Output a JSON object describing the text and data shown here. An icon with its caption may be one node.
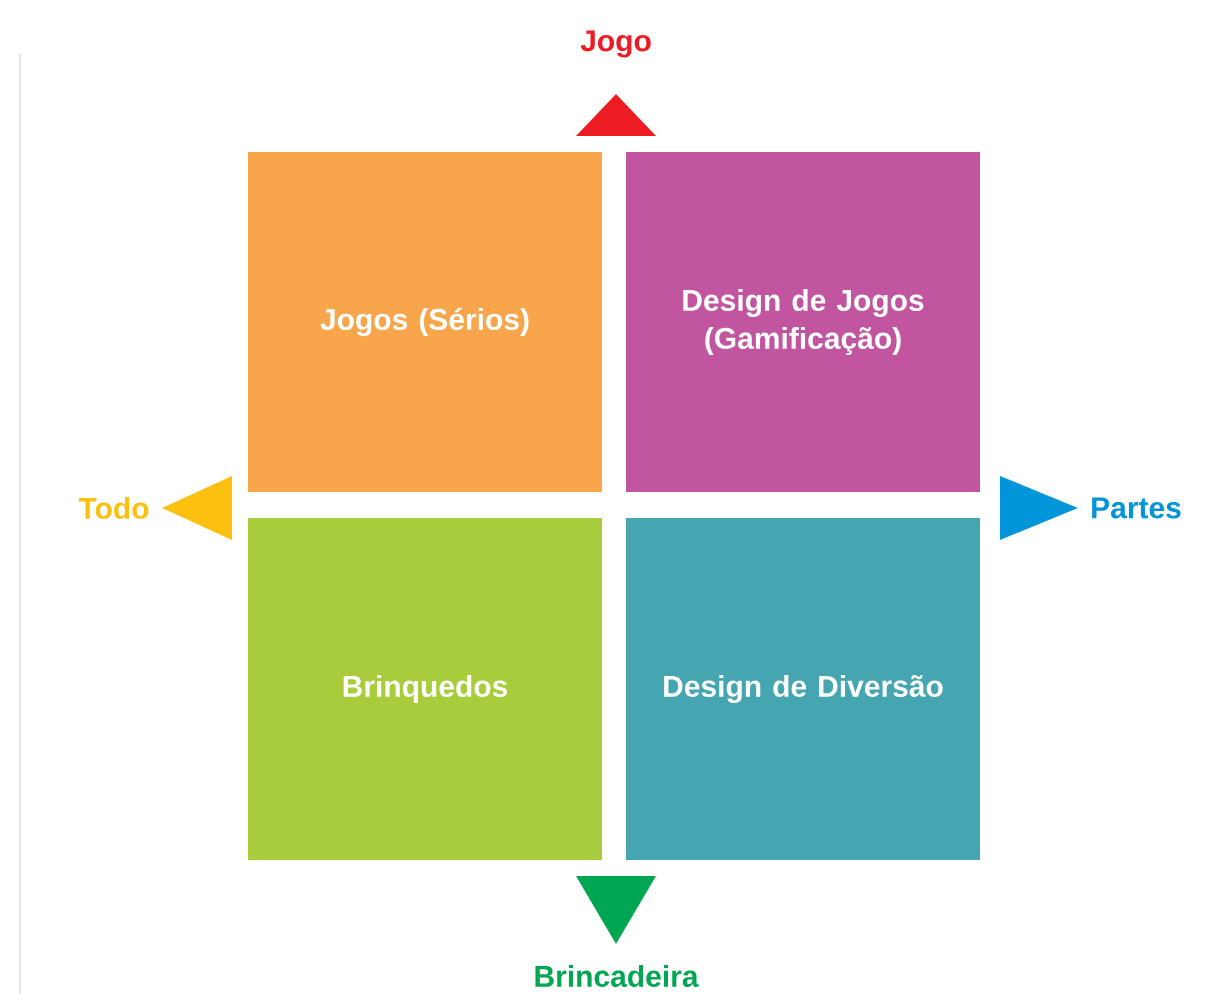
{
  "diagram": {
    "nodes": [
      {
        "text": [
          "Jogos (Sérios)"
        ]
      },
      {
        "text": [
          "Design de Jogos (Gamificação)"
        ]
      },
      {
        "text": [
          "Brinquedos"
        ]
      },
      {
        "text": [
          "Design de Diversão"
        ]
      }
    ],
    "labels": [
      "Jogo",
      "Todo",
      "Partes",
      "Brincadeira"
    ]
  }
}
